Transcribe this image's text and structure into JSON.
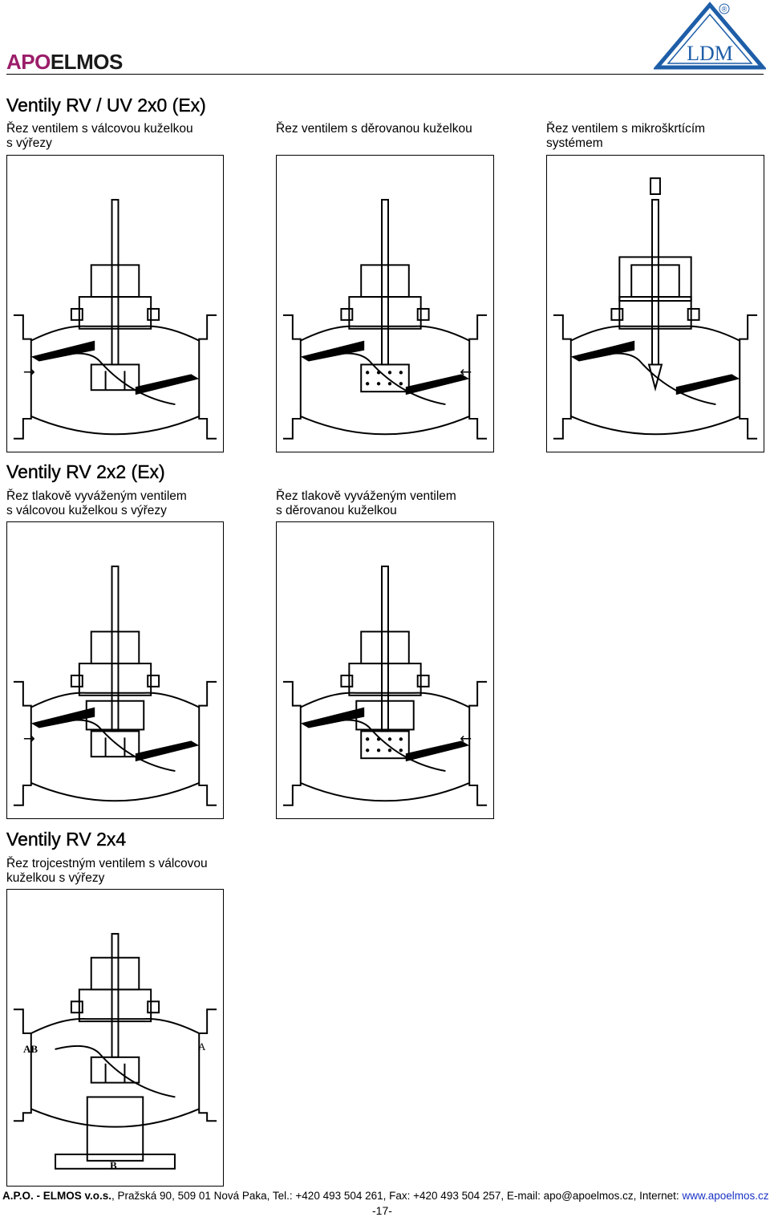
{
  "header": {
    "logo_left_part1": "APO",
    "logo_left_part2": "ELMOS",
    "logo_right_text": "LDM",
    "logo_right_mark": "®",
    "brand_color": "#9b1d6a",
    "ldm_color": "#1e5ea8"
  },
  "sections": [
    {
      "title": "Ventily RV / UV 2x0 (Ex)",
      "captions": [
        [
          "Řez ventilem s válcovou kuželkou",
          "s výřezy"
        ],
        [
          "Řez ventilem s děrovanou kuželkou"
        ],
        [
          "Řez ventilem s mikroškrtícím",
          "systémem"
        ]
      ]
    },
    {
      "title": "Ventily RV 2x2 (Ex)",
      "captions": [
        [
          "Řez tlakově vyváženým ventilem",
          "s válcovou kuželkou s výřezy"
        ],
        [
          "Řez tlakově vyváženým ventilem",
          "s děrovanou kuželkou"
        ]
      ]
    },
    {
      "title": "Ventily RV 2x4",
      "captions": [
        [
          "Řez trojcestným ventilem s válcovou",
          "kuželkou s výřezy"
        ]
      ]
    }
  ],
  "drawings": {
    "arrow_right": "→",
    "arrow_left": "←",
    "label_ab": "AB",
    "label_a": "A",
    "label_b": "B"
  },
  "footer": {
    "company": "A.P.O. - ELMOS v.o.s.",
    "address": ", Pražská 90, 509 01 Nová Paka, Tel.: +420 493 504 261, Fax: +420 493 504 257, E-mail: apo@apoelmos.cz, Internet: ",
    "website": "www.apoelmos.cz",
    "page": "-17-"
  }
}
